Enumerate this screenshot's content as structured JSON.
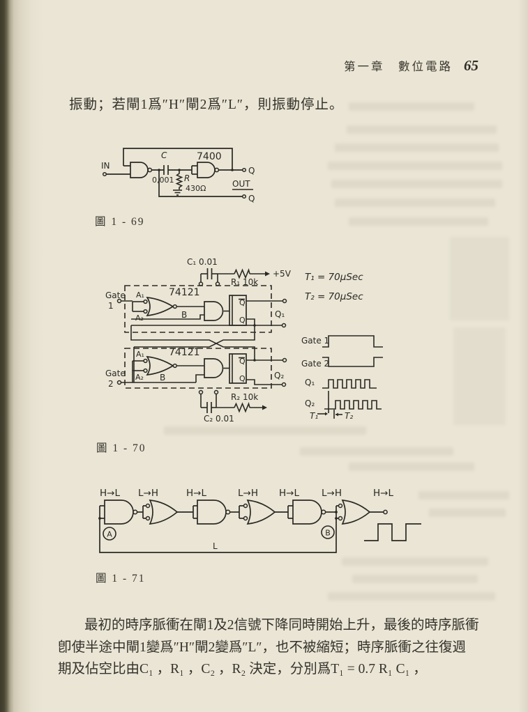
{
  "header": {
    "chapter": "第一章　數位電路",
    "page_number": "65"
  },
  "intro": "振動；若閘1爲″H″閘2爲″L″，則振動停止。",
  "fig69": {
    "caption": "圖 1 - 69",
    "ic": "7400",
    "in": "IN",
    "cap": "C",
    "cap_value": "0,001",
    "res": "R",
    "res_value": "430Ω",
    "q": "Q",
    "out": "OUT",
    "qbar": "Q"
  },
  "fig70": {
    "caption": "圖 1 - 70",
    "c1": "C₁ 0.01",
    "r1": "R₁ 10k",
    "vcc": "+5V",
    "c2": "C₂ 0.01",
    "r2": "R₂ 10k",
    "t1_eq": "T₁ = 70μSec",
    "t2_eq": "T₂ = 70μSec",
    "block1": {
      "ic": "74121",
      "a1": "A₁",
      "a2": "A₂",
      "b": "B",
      "qbar": "Q",
      "q": "Q",
      "gate_word": "Gate",
      "gate_num": "1",
      "out": "Q₁"
    },
    "block2": {
      "ic": "74121",
      "a1": "A₁",
      "a2": "A₂",
      "b": "B",
      "qbar": "Q",
      "q": "Q",
      "gate_word": "Gate",
      "gate_num": "2",
      "out": "Q₂"
    },
    "timing": {
      "gate1": "Gate 1",
      "gate2": "Gate 2",
      "q1": "Q₁",
      "q2": "Q₂",
      "t1": "T₁",
      "t2": "T₂"
    }
  },
  "fig71": {
    "caption": "圖 1 - 71",
    "transitions": [
      "H→L",
      "L→H",
      "H→L",
      "L→H",
      "H→L",
      "L→H",
      "H→L"
    ],
    "node_a": "A",
    "node_b": "B",
    "loop_label": "L"
  },
  "paragraph": {
    "line1": "最初的時序脈衝在閘1及2信號下降同時開始上升，最後的時序脈衝",
    "line2": "卽使半途中閘1變爲″H″閘2變爲″L″，也不被縮短；時序脈衝之往復週",
    "line3": "期及佔空比由C₁ ，R₁ ，C₂ ，R₂ 決定，分別爲T₁ = 0.7 R₁ C₁ ，"
  }
}
